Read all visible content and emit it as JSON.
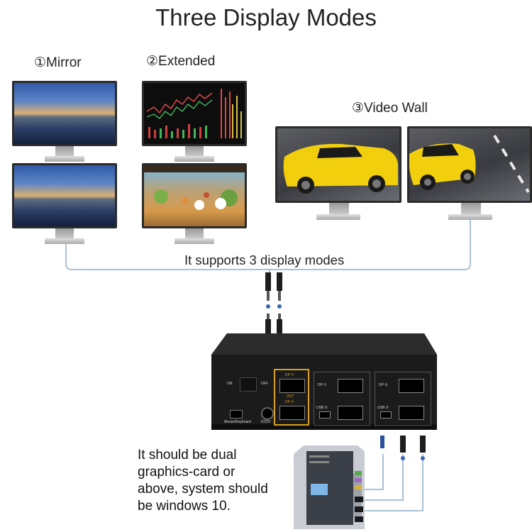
{
  "title": "Three Display Modes",
  "modes": {
    "mirror": "①Mirror",
    "extended": "②Extended",
    "video_wall": "③Video Wall"
  },
  "support_caption": "It supports 3 display modes",
  "requirement_note": [
    "It should be dual",
    "graphics-card or",
    "above, system should",
    "be windows 10."
  ],
  "kvm_labels": {
    "power_on": "ON",
    "power_off": "OFF",
    "dp_in_1": "DP ①",
    "dp_in_2": "DP ②",
    "dp1": "DP ①",
    "dp2": "DP ②",
    "usb1": "USB ①",
    "usb2": "USB ②",
    "out": "OUT",
    "mouse_keyboard": "Mouse/Keyboard",
    "dc": "DC5V"
  },
  "colors": {
    "cable": "#a9c2d6",
    "kvm_body": "#1b1b1b",
    "port_highlight": "#d8a01e",
    "car": "#f2cf0c"
  }
}
